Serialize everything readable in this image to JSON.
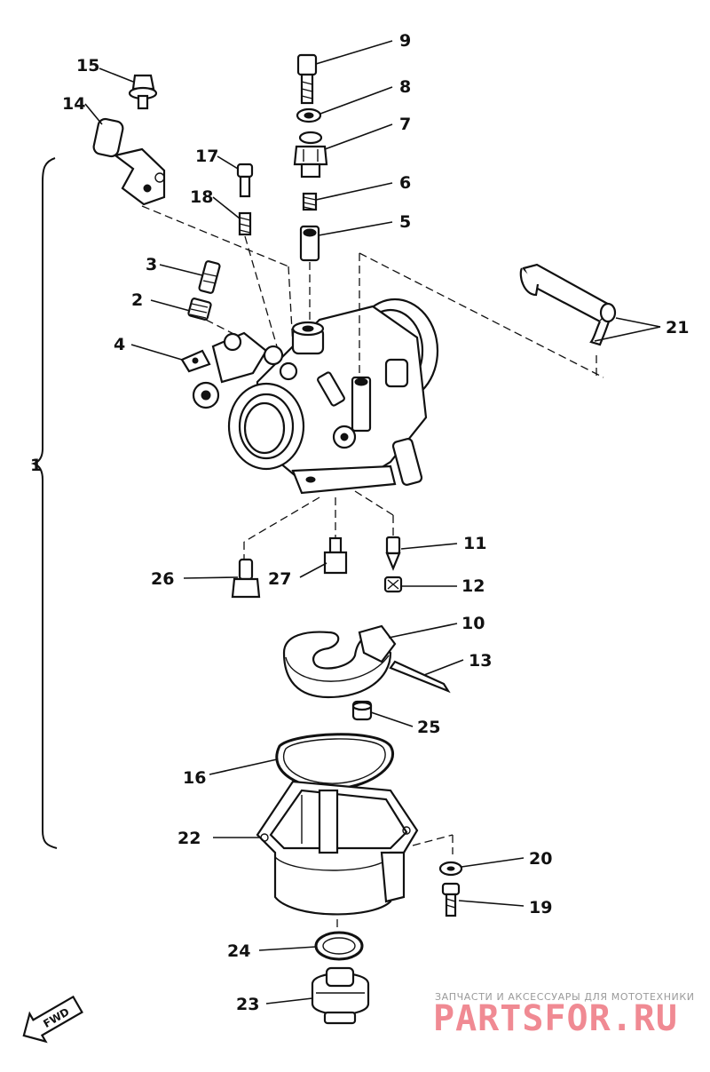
{
  "labels": [
    {
      "id": "1",
      "text": "1"
    },
    {
      "id": "2",
      "text": "2"
    },
    {
      "id": "3",
      "text": "3"
    },
    {
      "id": "4",
      "text": "4"
    },
    {
      "id": "5",
      "text": "5"
    },
    {
      "id": "6",
      "text": "6"
    },
    {
      "id": "7",
      "text": "7"
    },
    {
      "id": "8",
      "text": "8"
    },
    {
      "id": "9",
      "text": "9"
    },
    {
      "id": "10",
      "text": "10"
    },
    {
      "id": "11",
      "text": "11"
    },
    {
      "id": "12",
      "text": "12"
    },
    {
      "id": "13",
      "text": "13"
    },
    {
      "id": "14",
      "text": "14"
    },
    {
      "id": "15",
      "text": "15"
    },
    {
      "id": "16",
      "text": "16"
    },
    {
      "id": "17",
      "text": "17"
    },
    {
      "id": "18",
      "text": "18"
    },
    {
      "id": "19",
      "text": "19"
    },
    {
      "id": "20",
      "text": "20"
    },
    {
      "id": "21",
      "text": "21"
    },
    {
      "id": "22",
      "text": "22"
    },
    {
      "id": "23",
      "text": "23"
    },
    {
      "id": "24",
      "text": "24"
    },
    {
      "id": "25",
      "text": "25"
    },
    {
      "id": "26",
      "text": "26"
    },
    {
      "id": "27",
      "text": "27"
    }
  ],
  "direction_badge": "FWD",
  "watermark": {
    "tagline": "ЗАПЧАСТИ И АКСЕССУАРЫ ДЛЯ МОТОТЕХНИКИ",
    "brand": "PARTSFOR.RU"
  },
  "colors": {
    "ink": "#111111",
    "watermark": "#f08a93",
    "tagline": "#9a9a9a"
  }
}
